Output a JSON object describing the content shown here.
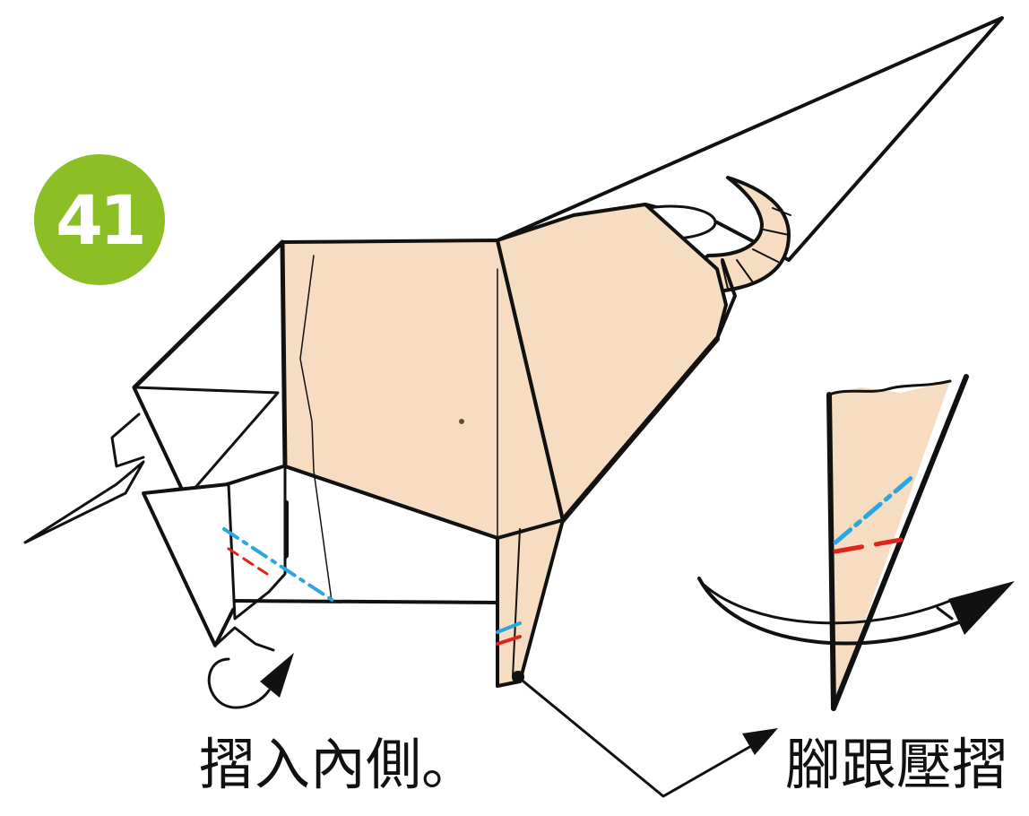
{
  "step": {
    "number": "41",
    "badge_color": "#8cbf26"
  },
  "captions": {
    "fold_inside": "摺入內側。",
    "heel_squash": "腳跟壓摺"
  },
  "colors": {
    "paper": "#f6dcc0",
    "outline": "#111111",
    "valley_fold": "#e2231a",
    "mountain_fold": "#2aa7e0"
  },
  "icons": [
    "bull-origami-figure",
    "rotate-arrow-icon",
    "curved-arrow-icon",
    "pointer-arrow-icon",
    "leg-detail-inset"
  ]
}
